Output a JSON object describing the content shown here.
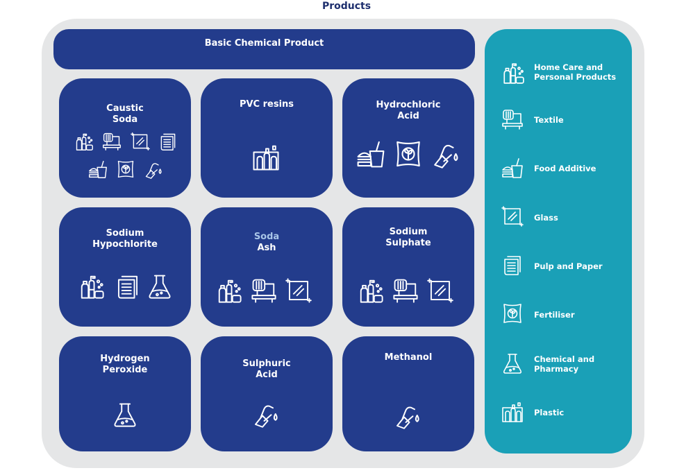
{
  "title": "Products",
  "banner": "Basic Chemical Product",
  "colors": {
    "card": "#233c8c",
    "legend": "#1aa0b7",
    "panel": "#e5e6e7",
    "title": "#1e2f6e"
  },
  "products": [
    {
      "name_l1": "Caustic",
      "name_l2": "Soda",
      "uses": [
        "home-care-icon",
        "textile-icon",
        "glass-icon",
        "pulp-paper-icon",
        "food-additive-icon",
        "fertiliser-icon",
        "fuel-icon"
      ]
    },
    {
      "name_l1": "PVC resins",
      "name_l2": "",
      "uses": [
        "plastic-icon"
      ]
    },
    {
      "name_l1": "Hydrochloric",
      "name_l2": "Acid",
      "uses": [
        "food-additive-icon",
        "fertiliser-icon",
        "fuel-icon"
      ]
    },
    {
      "name_l1": "Sodium",
      "name_l2": "Hypochlorite",
      "uses": [
        "home-care-icon",
        "pulp-paper-icon",
        "flask-icon"
      ]
    },
    {
      "name_l1": "Soda",
      "name_l2": "Ash",
      "uses": [
        "home-care-icon",
        "textile-icon",
        "glass-icon"
      ]
    },
    {
      "name_l1": "Sodium",
      "name_l2": "Sulphate",
      "uses": [
        "home-care-icon",
        "textile-icon",
        "glass-icon"
      ]
    },
    {
      "name_l1": "Hydrogen",
      "name_l2": "Peroxide",
      "uses": [
        "flask-icon"
      ]
    },
    {
      "name_l1": "Sulphuric",
      "name_l2": "Acid",
      "uses": [
        "fuel-icon"
      ]
    },
    {
      "name_l1": "Methanol",
      "name_l2": "",
      "uses": [
        "fuel-icon"
      ]
    }
  ],
  "legend": [
    {
      "icon": "home-care-icon",
      "l1": "Home Care and",
      "l2": "Personal Products"
    },
    {
      "icon": "textile-icon",
      "l1": "Textile",
      "l2": ""
    },
    {
      "icon": "food-additive-icon",
      "l1": "Food Additive",
      "l2": ""
    },
    {
      "icon": "glass-icon",
      "l1": "Glass",
      "l2": ""
    },
    {
      "icon": "pulp-paper-icon",
      "l1": "Pulp and Paper",
      "l2": ""
    },
    {
      "icon": "fertiliser-icon",
      "l1": "Fertiliser",
      "l2": ""
    },
    {
      "icon": "flask-icon",
      "l1": "Chemical and",
      "l2": "Pharmacy"
    },
    {
      "icon": "plastic-icon",
      "l1": "Plastic",
      "l2": ""
    }
  ]
}
